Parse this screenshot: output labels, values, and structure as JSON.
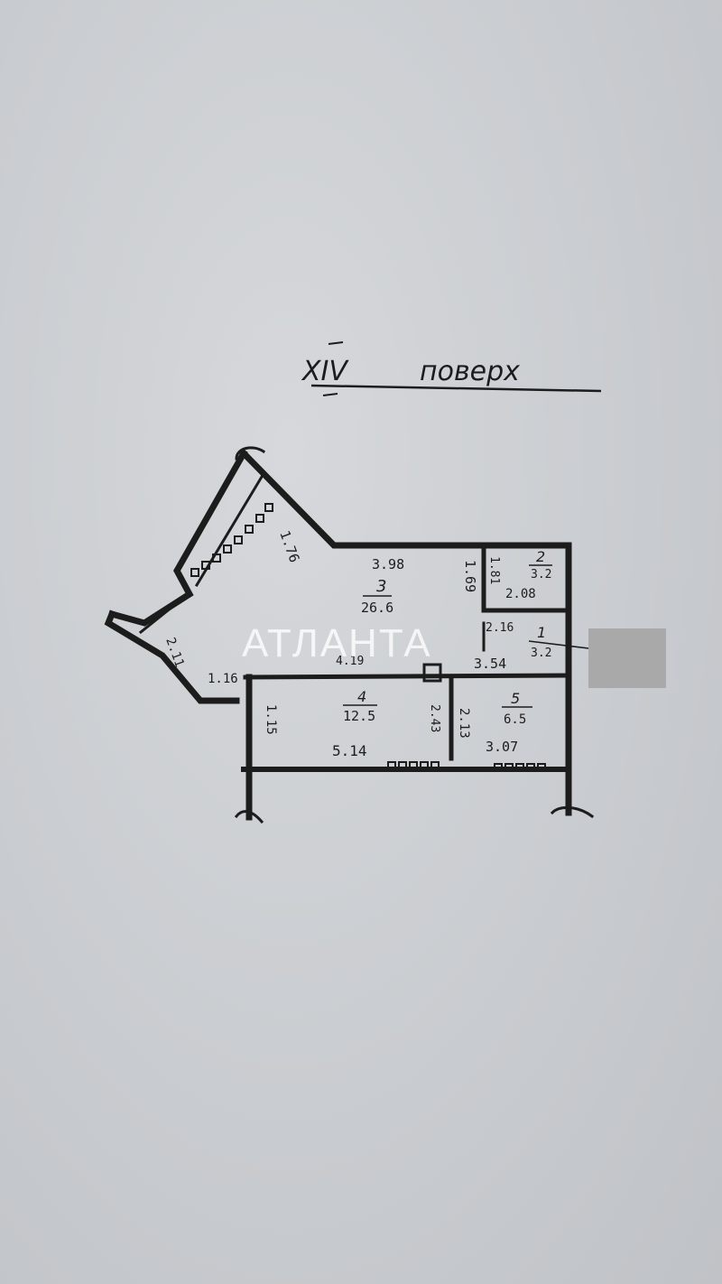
{
  "title": {
    "floor_numeral": "XIV",
    "floor_word": "поверх"
  },
  "watermark": {
    "text": "АТЛАНТА"
  },
  "rooms": [
    {
      "id": "1",
      "area": "3.2"
    },
    {
      "id": "2",
      "area": "3.2"
    },
    {
      "id": "3",
      "area": "26.6"
    },
    {
      "id": "4",
      "area": "12.5"
    },
    {
      "id": "5",
      "area": "6.5"
    }
  ],
  "dimensions": {
    "balcony_side": "1.76",
    "balcony_lower": "2.11",
    "corner": "1.16",
    "living_top": "3.98",
    "living_right": "1.69",
    "living_bottom": "4.19",
    "bath_left": "1.81",
    "bath_bottom": "2.08",
    "hall_top": "2.16",
    "hall_bottom": "3.54",
    "room4_left": "1.15",
    "room4_bottom": "5.14",
    "room4_right": "2.43",
    "room5_left": "2.13",
    "room5_bottom": "3.07"
  },
  "colors": {
    "ink": "#1c1c1c",
    "paper": "#c9ccd0",
    "watermark": "#ffffff"
  }
}
